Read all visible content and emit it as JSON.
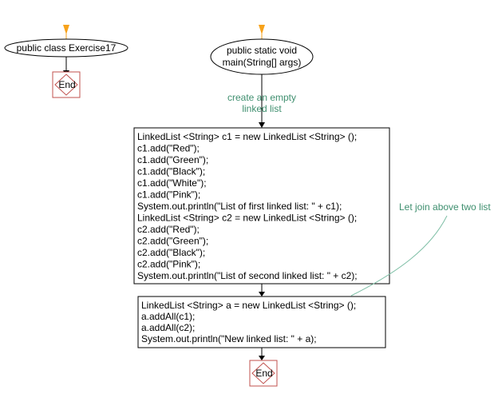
{
  "colors": {
    "start_arrow": "#f7a21b",
    "stroke": "#000000",
    "end_stroke": "#c0504d",
    "comment": "#3f8f6f",
    "comment_line": "#7fbfa6",
    "background": "#ffffff"
  },
  "class_flow": {
    "start_label": "public class Exercise17",
    "end_label": "End"
  },
  "main_flow": {
    "start_label_line1": "public static void",
    "start_label_line2": "main(String[] args)",
    "comment_line1": "create an empty",
    "comment_line2": "linked list",
    "block1_lines": [
      "LinkedList <String> c1 = new LinkedList <String> ();",
      "c1.add(\"Red\");",
      "c1.add(\"Green\");",
      "c1.add(\"Black\");",
      "c1.add(\"White\");",
      "c1.add(\"Pink\");",
      "System.out.println(\"List of first linked list: \" + c1);",
      "LinkedList <String> c2 = new LinkedList <String> ();",
      "c2.add(\"Red\");",
      "c2.add(\"Green\");",
      "c2.add(\"Black\");",
      "c2.add(\"Pink\");",
      "System.out.println(\"List of second linked list: \" + c2);"
    ],
    "side_comment": "Let join above two list",
    "block2_lines": [
      "LinkedList <String> a = new LinkedList <String> ();",
      "a.addAll(c1);",
      "a.addAll(c2);",
      "System.out.println(\"New linked list: \" + a);"
    ],
    "end_label": "End"
  }
}
